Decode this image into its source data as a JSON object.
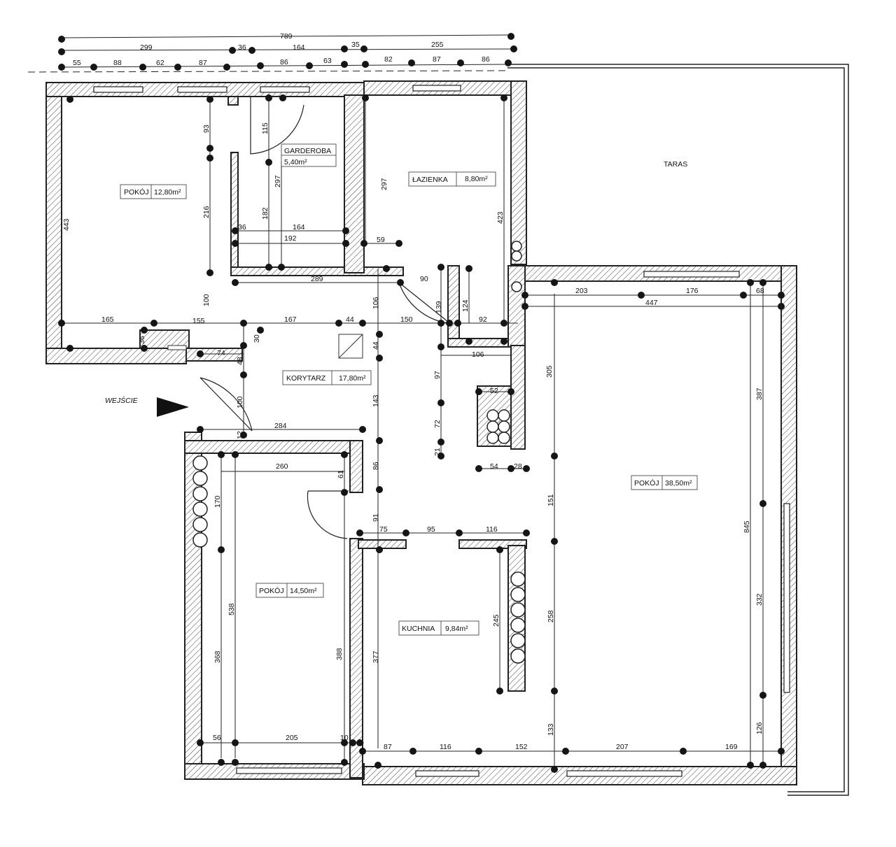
{
  "rooms": [
    {
      "name": "POKÓJ",
      "area": "12,80m²"
    },
    {
      "name": "GARDEROBA",
      "area": "5,40m²"
    },
    {
      "name": "ŁAZIENKA",
      "area": "8,80m²"
    },
    {
      "name": "KORYTARZ",
      "area": "17,80m²"
    },
    {
      "name": "POKÓJ",
      "area": "14,50m²"
    },
    {
      "name": "KUCHNIA",
      "area": "9,84m²"
    },
    {
      "name": "POKÓJ",
      "area": "38,50m²"
    }
  ],
  "labels": {
    "terrace": "TARAS",
    "entrance": "WEJŚCIE"
  },
  "dimensions": {
    "top_total": "789",
    "top_row2": [
      "299",
      "36",
      "164",
      "35",
      "255"
    ],
    "top_row3": [
      "55",
      "88",
      "62",
      "87",
      "86",
      "63",
      "82",
      "87",
      "86"
    ],
    "room1": [
      "93",
      "216",
      "443",
      "100",
      "165",
      "155",
      "36"
    ],
    "wardrobe": [
      "115",
      "297",
      "182",
      "36",
      "164",
      "192",
      "289"
    ],
    "bath": [
      "297",
      "423",
      "59",
      "90",
      "139",
      "124",
      "92",
      "106"
    ],
    "corridor": [
      "167",
      "44",
      "150",
      "44",
      "106",
      "30",
      "48",
      "74",
      "100",
      "284",
      "143",
      "97",
      "72",
      "21",
      "86",
      "91",
      "12"
    ],
    "chimney": [
      "52",
      "54",
      "28"
    ],
    "room2": [
      "260",
      "61",
      "170",
      "538",
      "368",
      "388",
      "56",
      "205",
      "10"
    ],
    "kitchen": [
      "75",
      "95",
      "116",
      "245",
      "377",
      "87",
      "116",
      "152"
    ],
    "living": [
      "203",
      "176",
      "68",
      "447",
      "305",
      "387",
      "151",
      "258",
      "133",
      "845",
      "332",
      "126",
      "207",
      "169"
    ]
  }
}
